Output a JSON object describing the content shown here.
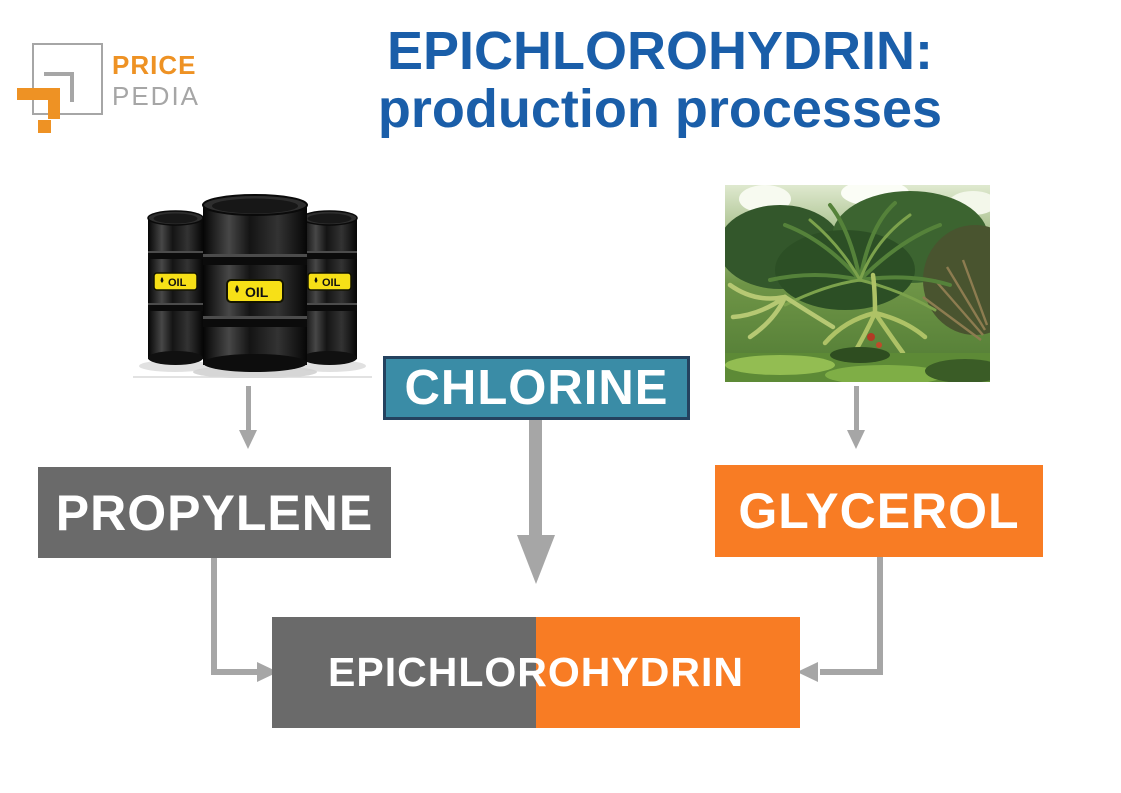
{
  "logo": {
    "brand_top": "PRICE",
    "brand_bottom": "PEDIA"
  },
  "title": {
    "line1": "EPICHLOROHYDRIN:",
    "line2": "production processes"
  },
  "diagram": {
    "chlorine": {
      "label": "CHLORINE"
    },
    "propylene": {
      "label": "PROPYLENE"
    },
    "glycerol": {
      "label": "GLYCEROL"
    },
    "epichlorohydrin": {
      "label": "EPICHLOROHYDRIN"
    }
  },
  "images": {
    "oil_barrels": {
      "label": "OIL"
    },
    "oil_palms": {}
  },
  "colors": {
    "title_blue": "#1A5EA9",
    "box_gray": "#6A6A6A",
    "box_orange": "#F87C24",
    "box_teal_fill": "#3A8CA6",
    "box_teal_border": "#24425F",
    "arrow_gray": "#A6A6A6",
    "logo_orange": "#EE9224",
    "logo_gray": "#A6A6A6",
    "oil_label_yellow": "#F7E017"
  }
}
